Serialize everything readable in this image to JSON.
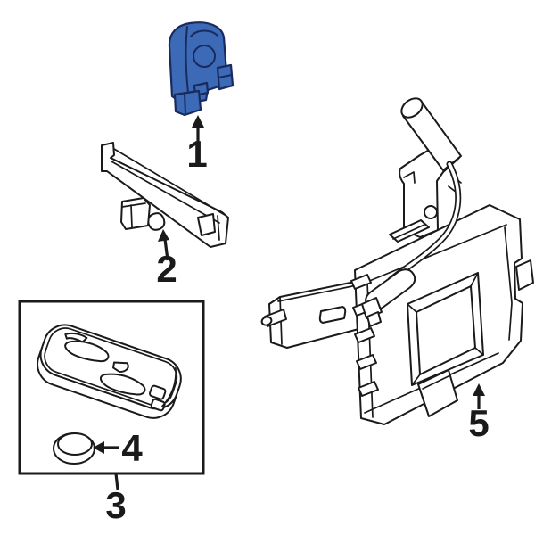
{
  "figure": {
    "background": "#ffffff",
    "line_color": "#1a1a1a",
    "highlight_fill": "#3c6ab6",
    "highlight_stroke": "#192b5e"
  },
  "callouts": {
    "part1": "1",
    "part2": "2",
    "part3": "3",
    "part4": "4",
    "part5": "5"
  }
}
